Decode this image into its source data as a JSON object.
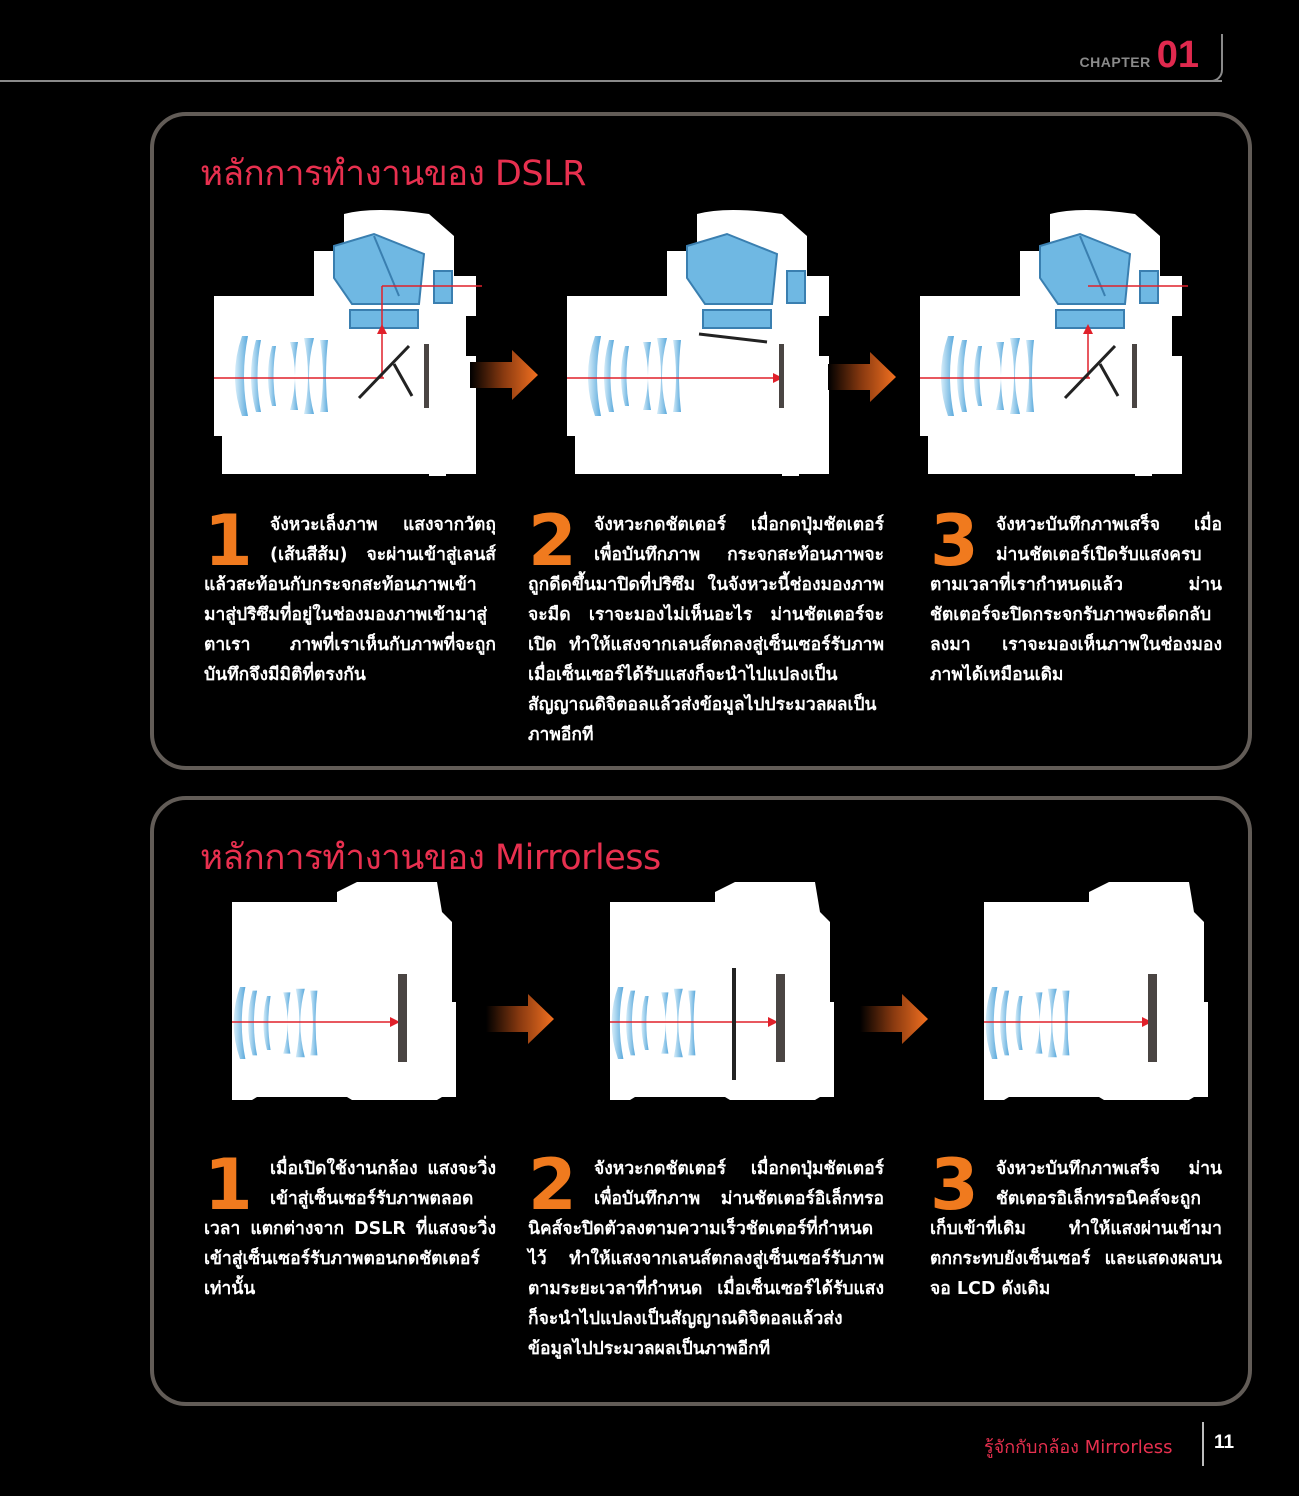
{
  "header": {
    "chapter_label": "CHAPTER",
    "chapter_number": "01"
  },
  "dslr": {
    "title": "หลักการทำงานของ DSLR",
    "steps": [
      {
        "number": "1",
        "text": "จังหวะเล็งภาพ แสงจากวัตถุ (เส้นสีส้ม) จะผ่านเข้าสู่เลนส์แล้วสะท้อนกับกระจกสะท้อนภาพเข้ามาสู่ปริซึมที่อยู่ในช่องมองภาพเข้ามาสู่ตาเรา ภาพที่เราเห็นกับภาพที่จะถูกบันทึกจึงมีมิติที่ตรงกัน"
      },
      {
        "number": "2",
        "text": "จังหวะกดชัตเตอร์ เมื่อกดปุ่มชัตเตอร์เพื่อบันทึกภาพ กระจกสะท้อนภาพจะถูกดีดขึ้นมาปิดที่ปริซึม ในจังหวะนี้ช่องมองภาพจะมืด เราจะมองไม่เห็นอะไร ม่านชัตเตอร์จะเปิด ทำให้แสงจากเลนส์ตกลงสู่เซ็นเซอร์รับภาพ เมื่อเซ็นเซอร์ได้รับแสงก็จะนำไปแปลงเป็นสัญญาณดิจิตอลแล้วส่งข้อมูลไปประมวลผลเป็นภาพอีกที"
      },
      {
        "number": "3",
        "text": "จังหวะบันทึกภาพเสร็จ เมื่อม่านชัตเตอร์เปิดรับแสงครบตามเวลาที่เรากำหนดแล้ว ม่านชัตเตอร์จะปิดกระจกรับภาพจะดีดกลับลงมา เราจะมองเห็นภาพในช่องมองภาพได้เหมือนเดิม"
      }
    ]
  },
  "mirrorless": {
    "title": "หลักการทำงานของ Mirrorless",
    "steps": [
      {
        "number": "1",
        "text": "เมื่อเปิดใช้งานกล้อง แสงจะวิ่งเข้าสู่เซ็นเซอร์รับภาพตลอดเวลา แตกต่างจาก DSLR ที่แสงจะวิ่งเข้าสู่เซ็นเซอร์รับภาพตอนกดชัตเตอร์เท่านั้น"
      },
      {
        "number": "2",
        "text": "จังหวะกดชัตเตอร์ เมื่อกดปุ่มชัตเตอร์เพื่อบันทึกภาพ ม่านชัตเตอร์อิเล็กทรอนิคส์จะปิดตัวลงตามความเร็วชัตเตอร์ที่กำหนดไว้ ทำให้แสงจากเลนส์ตกลงสู่เซ็นเซอร์รับภาพตามระยะเวลาที่กำหนด เมื่อเซ็นเซอร์ได้รับแสงก็จะนำไปแปลงเป็นสัญญาณดิจิตอลแล้วส่งข้อมูลไปประมวลผลเป็นภาพอีกที"
      },
      {
        "number": "3",
        "text": "จังหวะบันทึกภาพเสร็จ ม่านชัตเตอรอิเล็กทรอนิคส์จะถูกเก็บเข้าที่เดิม ทำให้แสงผ่านเข้ามาตกกระทบยังเซ็นเซอร์ และแสดงผลบนจอ LCD ดังเดิม"
      }
    ]
  },
  "footer": {
    "book_title": "รู้จักกับกล้อง Mirrorless",
    "page_number": "11"
  },
  "colors": {
    "accent_red": "#e8304f",
    "step_orange": "#f07a1e",
    "light_ray": "#e0202a",
    "lens_blue": "#6fb8e3",
    "panel_border": "#625c57"
  }
}
